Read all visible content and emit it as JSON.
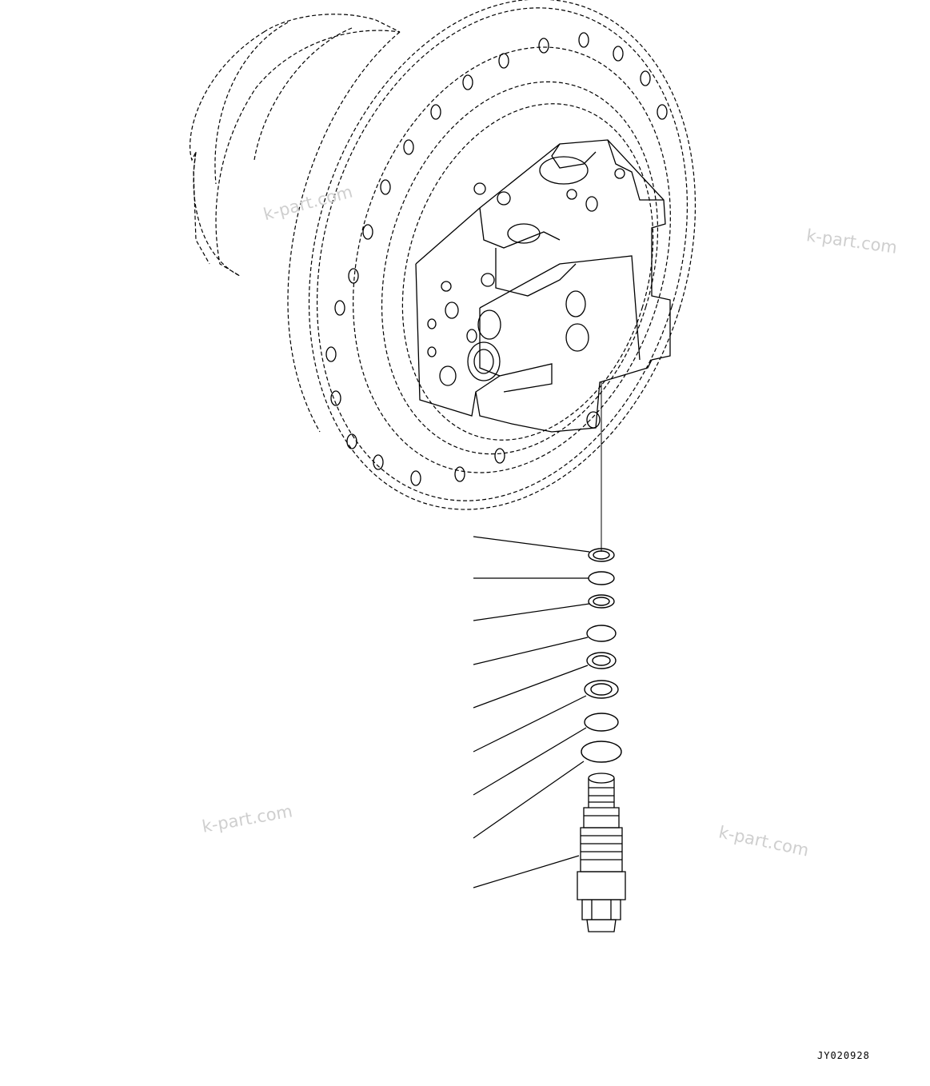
{
  "watermarks": [
    {
      "text": "k-part.com"
    },
    {
      "text": "k-part.com"
    },
    {
      "text": "k-part.com"
    },
    {
      "text": "k-part.com"
    }
  ],
  "drawing_code": "JY020928",
  "colors": {
    "line": "#000000",
    "watermark": "#cfcfcf",
    "background": "#ffffff"
  }
}
